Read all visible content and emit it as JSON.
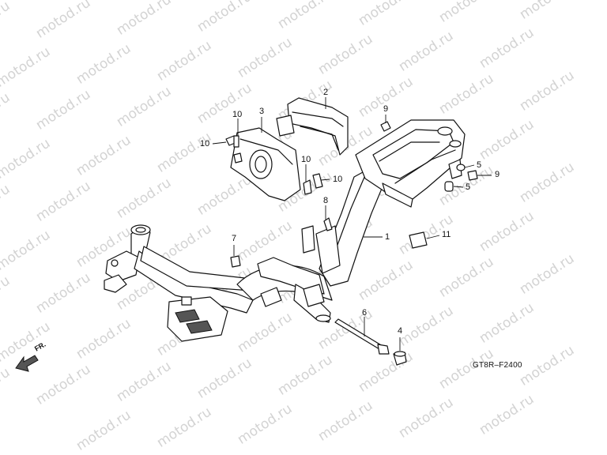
{
  "watermark": {
    "text": "motod.ru"
  },
  "diagram": {
    "code": "GT8R–F2400",
    "direction_label": "FR."
  },
  "callouts": [
    "1",
    "2",
    "3",
    "4",
    "5",
    "5",
    "6",
    "7",
    "8",
    "9",
    "9",
    "10",
    "10",
    "10",
    "10",
    "11"
  ]
}
